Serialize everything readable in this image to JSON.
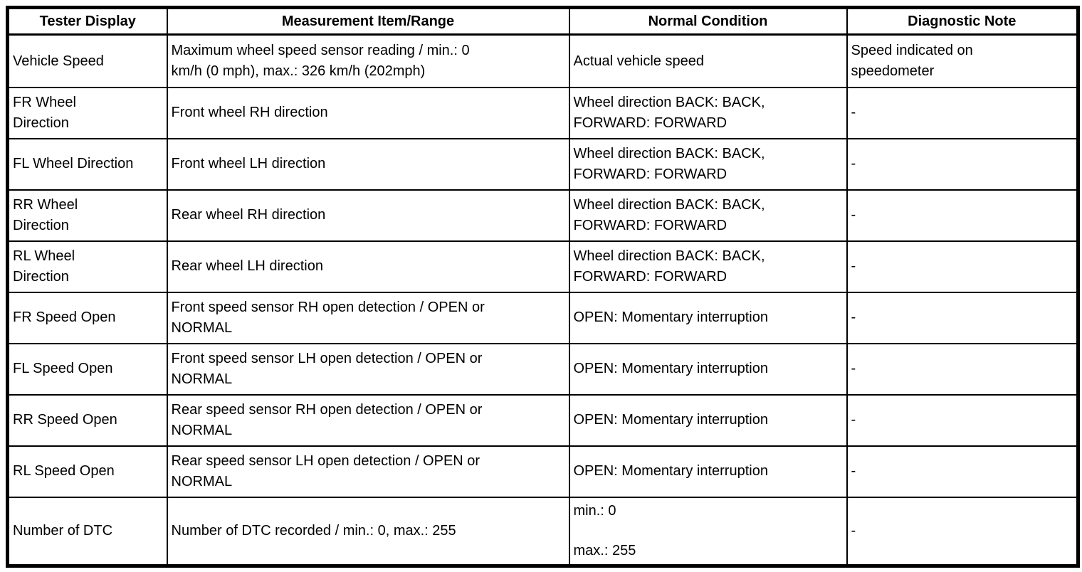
{
  "page": {
    "background_color": "#ffffff",
    "text_color": "#000000",
    "border_color": "#000000"
  },
  "table": {
    "headers": [
      "Tester Display",
      "Measurement Item/Range",
      "Normal Condition",
      "Diagnostic Note"
    ],
    "rows": [
      {
        "cells": [
          "Vehicle Speed",
          "Maximum wheel speed sensor reading / min.: 0\nkm/h (0 mph), max.: 326 km/h (202mph)",
          "Actual vehicle speed",
          "Speed indicated on\nspeedometer"
        ]
      },
      {
        "cells": [
          "FR Wheel\nDirection",
          "Front wheel RH direction",
          "Wheel direction BACK: BACK,\nFORWARD: FORWARD",
          "-"
        ]
      },
      {
        "cells": [
          "FL Wheel Direction",
          "Front wheel LH direction",
          "Wheel direction BACK: BACK,\nFORWARD: FORWARD",
          "-"
        ]
      },
      {
        "cells": [
          "RR Wheel\nDirection",
          "Rear wheel RH direction",
          "Wheel direction BACK: BACK,\nFORWARD: FORWARD",
          "-"
        ]
      },
      {
        "cells": [
          "RL Wheel\nDirection",
          "Rear wheel LH direction",
          "Wheel direction BACK: BACK,\nFORWARD: FORWARD",
          "-"
        ]
      },
      {
        "cells": [
          "FR Speed Open",
          "Front speed sensor RH open detection / OPEN or\nNORMAL",
          "OPEN: Momentary interruption",
          "-"
        ]
      },
      {
        "cells": [
          "FL Speed Open",
          "Front speed sensor LH open detection / OPEN or\nNORMAL",
          "OPEN: Momentary interruption",
          "-"
        ]
      },
      {
        "cells": [
          "RR Speed Open",
          "Rear speed sensor RH open detection / OPEN or\nNORMAL",
          "OPEN: Momentary interruption",
          "-"
        ]
      },
      {
        "cells": [
          "RL Speed Open",
          "Rear speed sensor LH open detection / OPEN or\nNORMAL",
          "OPEN: Momentary interruption",
          "-"
        ]
      },
      {
        "cells": [
          "Number of DTC",
          "Number of DTC recorded / min.: 0, max.: 255",
          "min.: 0\n\nmax.: 255",
          "-"
        ]
      }
    ]
  }
}
